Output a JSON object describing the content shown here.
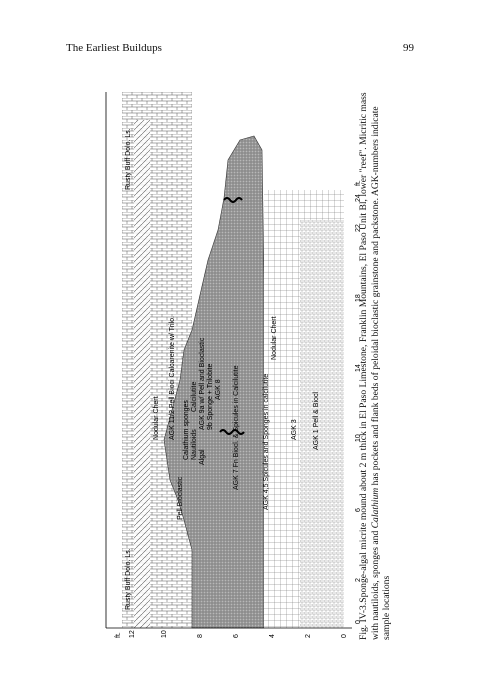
{
  "header": {
    "title": "The Earliest Buildups",
    "page_number": "99"
  },
  "figure": {
    "axes": {
      "height_unit": "ft.",
      "height_ticks": [
        "0",
        "2",
        "4",
        "6",
        "8",
        "10",
        "12"
      ],
      "length_unit": "ft.",
      "length_ticks": [
        "0",
        "2",
        "6",
        "10",
        "14",
        "18",
        "22",
        "24"
      ]
    },
    "labels": {
      "rusty_left": "Rusty Buff Dolo. Ls.",
      "rusty_right": "Rusty Buff Dolo. Ls.",
      "nodular_chert_top": "Nodular Chert",
      "agk11": "AGK 11/2 Pell Bioci Calcarenite w/ Trilo.",
      "calathium": "Calathium sponges",
      "nautiloids": "Nautiloids",
      "calcilutite": "Calcilutite",
      "agk9a": "AGK 9a w/ Pell and Bioclastic",
      "agk9b": "9b Sponge + Trilobite",
      "algal": "Algal",
      "pell_bioclastic": "Pell Bioclastic",
      "agk8": "AGK 8",
      "agk7": "AGK 7 Fn Biocl. & Spicules in Calcilutite",
      "agk45": "AGK 4,5 Spicules and Sponges in calcilutite",
      "nodular_chert_right": "Nodular Chert",
      "agk3": "AGK 3",
      "agk1": "AGK 1 Pell & Biocl"
    }
  },
  "caption": {
    "label": "Fig. IV-3.",
    "text_part1": "Sponge-algal micrite mound about 2 m thick in El Paso Limestone, Franklin Mountains, El Paso Unit Bl, lower \"reef\". Micritic mass with nautiloids, sponges and ",
    "italic_word": "Calathium",
    "text_part2": " has pockets and flank beds of peloidal bioclastic grainstone and packstone. AGK-numbers indicate sample locations"
  }
}
